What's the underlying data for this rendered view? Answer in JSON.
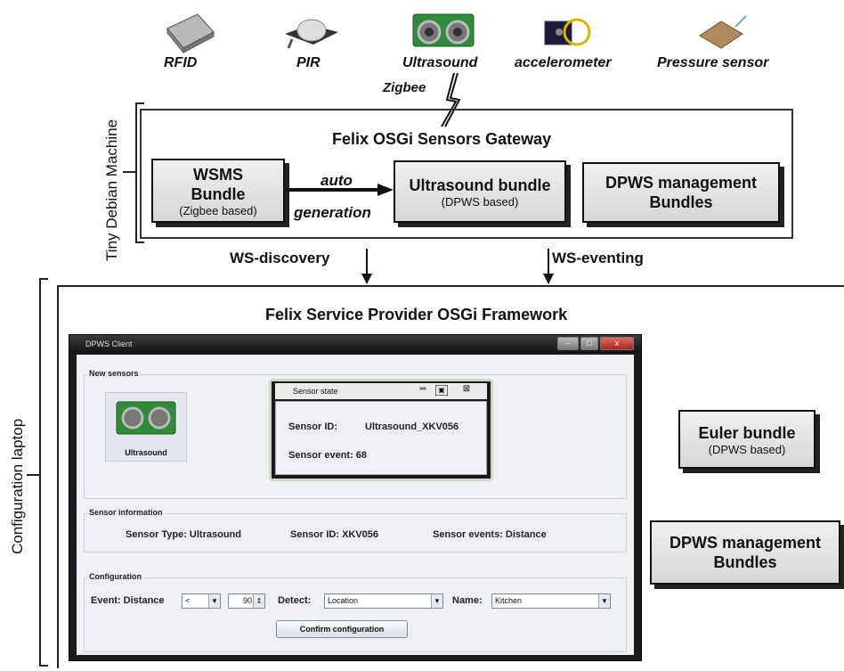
{
  "sensors": {
    "rfid": "RFID",
    "pir": "PIR",
    "ultrasound": "Ultrasound",
    "accelerometer": "accelerometer",
    "pressure": "Pressure sensor"
  },
  "zigbee": "Zigbee",
  "machine_label": "Tiny Debian Machine",
  "gateway": {
    "title": "Felix OSGi Sensors Gateway",
    "wsms_line1": "WSMS",
    "wsms_line2": "Bundle",
    "wsms_sub": "(Zigbee based)",
    "auto": "auto",
    "generation": "generation",
    "ultra_title": "Ultrasound bundle",
    "ultra_sub": "(DPWS based)",
    "dpws_line1": "DPWS management",
    "dpws_line2": "Bundles"
  },
  "flows": {
    "discovery": "WS-discovery",
    "eventing": "WS-eventing"
  },
  "laptop_label": "Configuration laptop",
  "provider": {
    "title": "Felix Service Provider OSGi Framework",
    "euler_title": "Euler bundle",
    "euler_sub": "(DPWS based)",
    "dpws_line1": "DPWS management",
    "dpws_line2": "Bundles"
  },
  "client": {
    "window_title": "DPWS Client",
    "new_sensors": "New sensors",
    "sensor_tile": "Ultrasound",
    "dialog_title": "Sensor state",
    "sensor_id_label": "Sensor ID:",
    "sensor_id_value": "Ultrasound_XKV056",
    "sensor_event_label": "Sensor event: 68",
    "info_label": "Sensor information",
    "info_type": "Sensor Type: Ultrasound",
    "info_id": "Sensor ID: XKV056",
    "info_events": "Sensor events: Distance",
    "config_label": "Configuration",
    "event_label": "Event: Distance",
    "op_value": "<",
    "threshold": "90",
    "detect_label": "Detect:",
    "detect_value": "Location",
    "name_label": "Name:",
    "name_value": "Kitchen",
    "confirm": "Confirm configuration"
  }
}
